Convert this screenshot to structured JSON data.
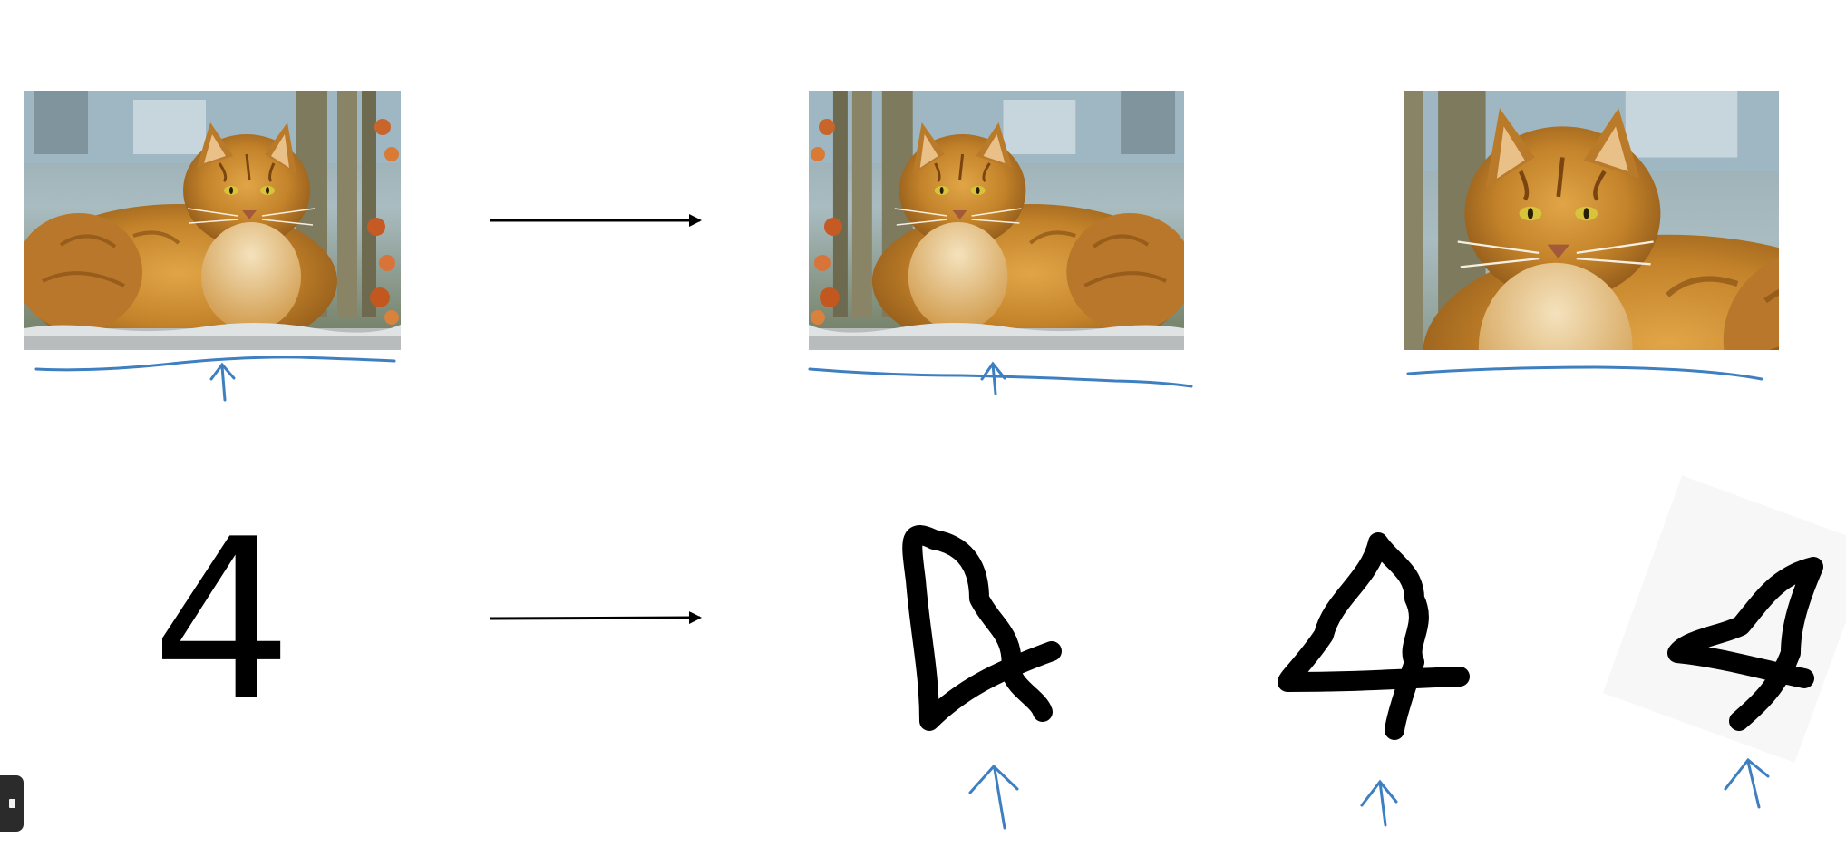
{
  "slide": {
    "printed_digit": "4"
  },
  "images": {
    "original_cat": "cat-photo",
    "mirrored_cat": "cat-photo-mirrored",
    "cropped_cat": "cat-photo-cropped"
  },
  "distorted_digits": [
    "handwritten-4",
    "handwritten-4",
    "handwritten-4-rotated"
  ],
  "colors": {
    "annotation_ink": "#3d7fc1",
    "arrow": "#000000",
    "digit": "#000000",
    "cat_fur": "#c98a2c",
    "background_blue": "#a8c0cc"
  },
  "icons": {
    "player_control": "video-control-icon"
  }
}
